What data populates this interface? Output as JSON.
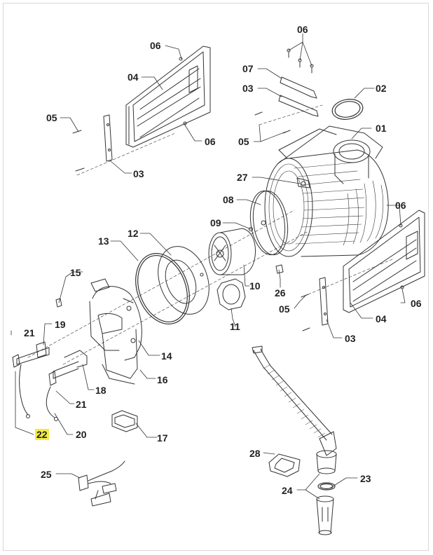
{
  "diagram": {
    "callouts": [
      "01",
      "02",
      "03",
      "04",
      "05",
      "06",
      "07",
      "08",
      "09",
      "10",
      "11",
      "12",
      "13",
      "14",
      "15",
      "16",
      "17",
      "18",
      "19",
      "20",
      "21",
      "22",
      "23",
      "24",
      "25",
      "26",
      "27",
      "28"
    ],
    "highlighted_callout": "22",
    "highlight_color": "#f4ec3e",
    "line_color": "#333333",
    "labels": {
      "p06_top": "06",
      "p06_left_top": "06",
      "p04_left": "04",
      "p07": "07",
      "p03_top": "03",
      "p02": "02",
      "p05_left": "05",
      "p01": "01",
      "p05_mid": "05",
      "p06_left_bot": "06",
      "p03_left": "03",
      "p27": "27",
      "p08": "08",
      "p06_right_top": "06",
      "p09": "09",
      "p12": "12",
      "p13": "13",
      "p10": "10",
      "p15": "15",
      "p26": "26",
      "p05_right": "05",
      "p06_right_bot": "06",
      "p11": "11",
      "p04_right": "04",
      "p21_top": "21",
      "p19": "19",
      "p14": "14",
      "p03_right": "03",
      "p16": "16",
      "p18": "18",
      "p21_bot": "21",
      "p22": "22",
      "p20": "20",
      "p17": "17",
      "p28": "28",
      "p23": "23",
      "p25": "25",
      "p24": "24"
    }
  }
}
